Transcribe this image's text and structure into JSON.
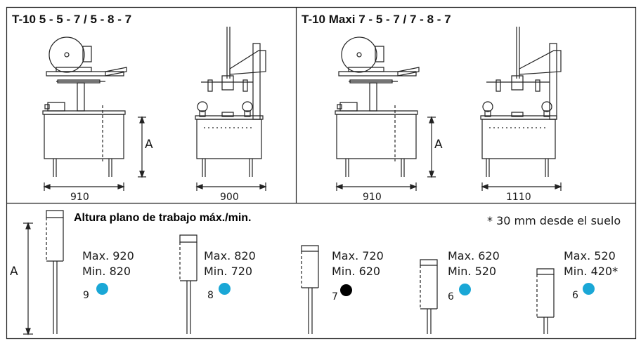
{
  "panels": {
    "left_title": "T-10  5 - 5 - 7 / 5 - 8 - 7",
    "right_title": "T-10 Maxi  7 - 5 - 7 / 7 - 8 - 7"
  },
  "dimensions": {
    "left_front_width": "910",
    "left_side_width": "900",
    "right_front_width": "910",
    "right_side_width": "1110",
    "height_label": "A"
  },
  "heights": {
    "title": "Altura plano de trabajo máx./min.",
    "note": "* 30 mm desde el suelo",
    "height_label": "A",
    "positions": [
      {
        "max": "Max. 920",
        "min": "Min. 820",
        "level": "9",
        "dot_color": "#1aa7d6"
      },
      {
        "max": "Max. 820",
        "min": "Min. 720",
        "level": "8",
        "dot_color": "#1aa7d6"
      },
      {
        "max": "Max. 720",
        "min": "Min. 620",
        "level": "7",
        "dot_color": "#000000"
      },
      {
        "max": "Max. 620",
        "min": "Min. 520",
        "level": "6",
        "dot_color": "#1aa7d6"
      },
      {
        "max": "Max. 520",
        "min": "Min. 420*",
        "level": "6",
        "dot_color": "#1aa7d6"
      }
    ]
  },
  "colors": {
    "line": "#222222",
    "accent": "#1aa7d6"
  }
}
